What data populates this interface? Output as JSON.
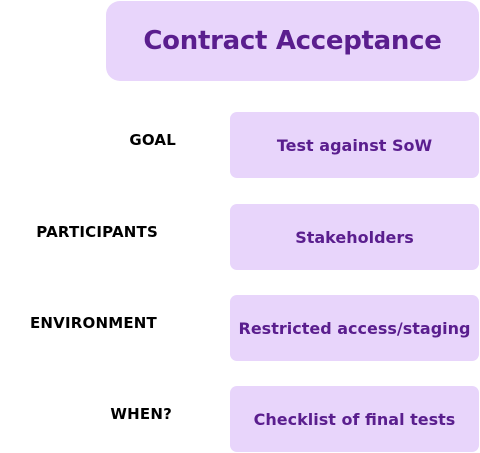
{
  "title": "Contract Acceptance",
  "rows": [
    {
      "label": "GOAL",
      "value": "Test against SoW"
    },
    {
      "label": "PARTICIPANTS",
      "value": "Stakeholders"
    },
    {
      "label": "ENVIRONMENT",
      "value": "Restricted access/staging"
    },
    {
      "label": "WHEN?",
      "value": "Checklist of final tests"
    }
  ],
  "colors": {
    "box_background": "#e8d5fb",
    "box_text": "#5a1e8e",
    "label_text": "#000000"
  }
}
